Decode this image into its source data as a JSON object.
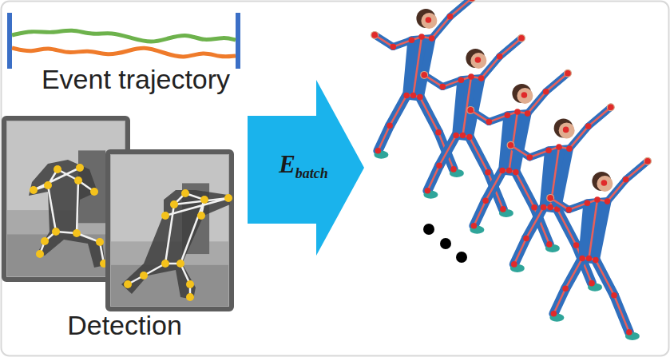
{
  "diagram": {
    "nodes": [
      {
        "text": [
          "Event trajectory"
        ]
      },
      {
        "text": [
          "Detection"
        ]
      },
      {
        "text": [
          "E",
          "batch"
        ]
      }
    ]
  }
}
